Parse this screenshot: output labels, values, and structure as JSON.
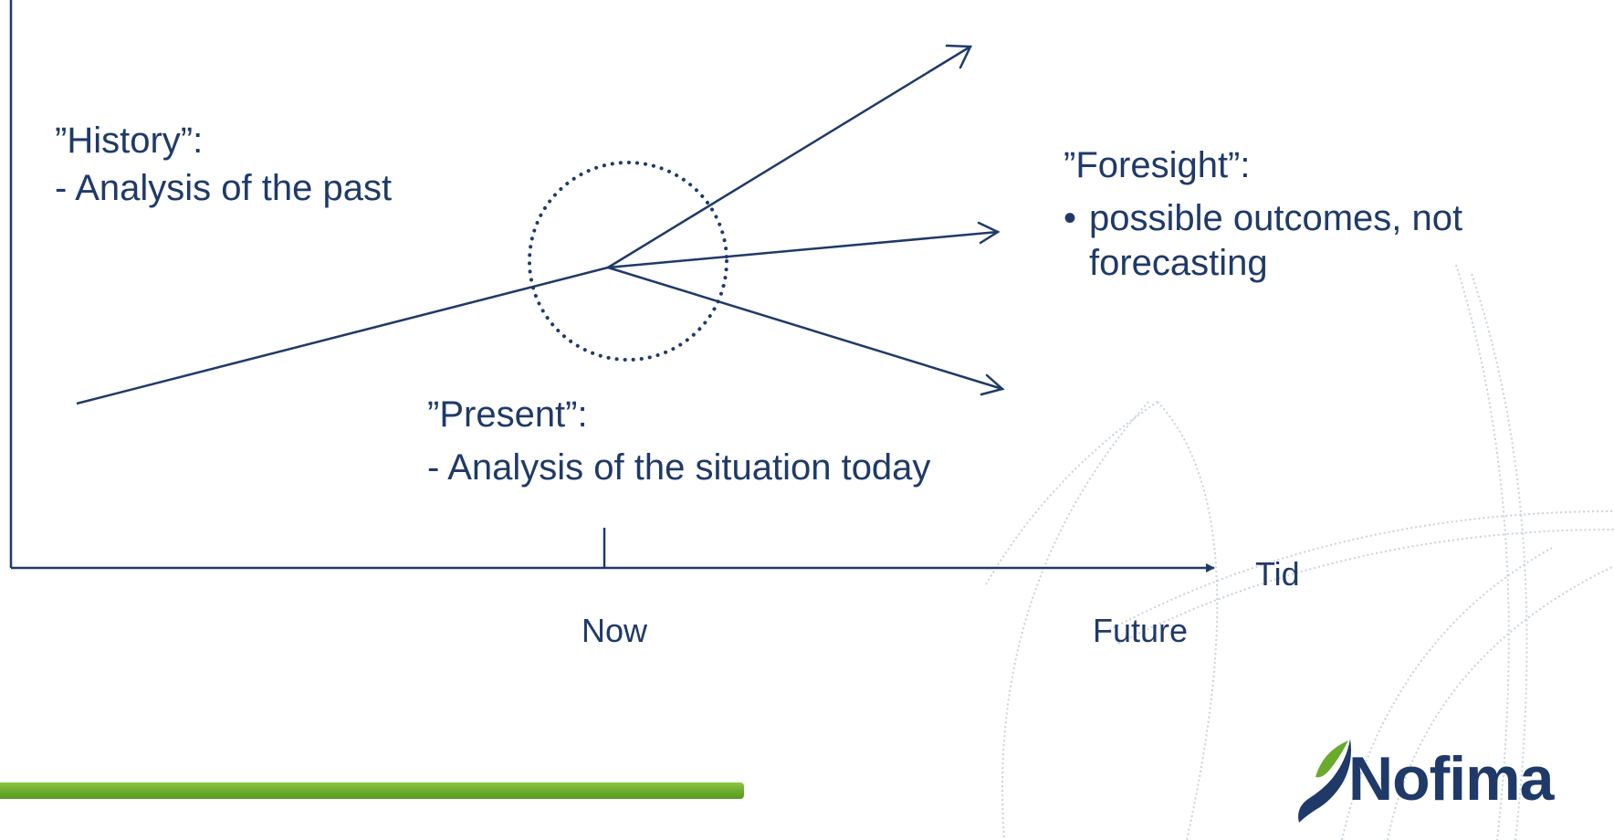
{
  "history": {
    "title": "”History”:",
    "detail": "- Analysis of the past"
  },
  "present": {
    "title": "”Present”:",
    "detail": "- Analysis of the situation today"
  },
  "foresight": {
    "title": "”Foresight”:",
    "bullet": "•",
    "line1": "possible outcomes, not",
    "line2": "forecasting"
  },
  "axis": {
    "time_label": "Tid",
    "now_label": "Now",
    "future_label": "Future"
  },
  "brand": {
    "name": "Nofima",
    "navy": "#1f3a68",
    "green": "#6aaa2c",
    "leaf_icon": "leaf-icon"
  }
}
